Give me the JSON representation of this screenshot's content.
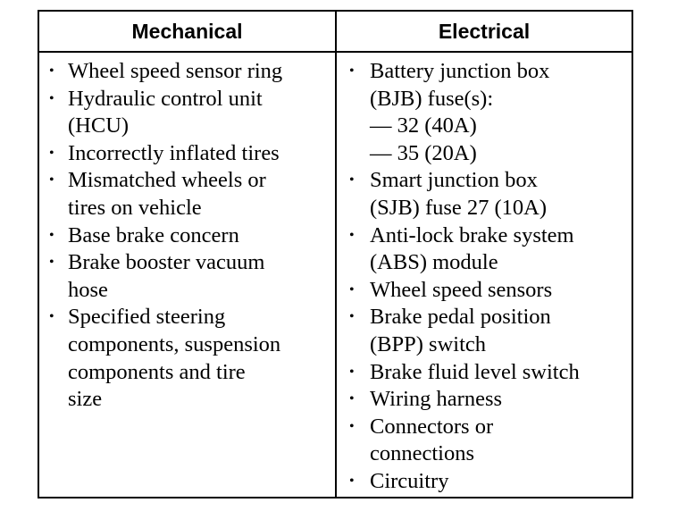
{
  "table": {
    "headers": {
      "mechanical": "Mechanical",
      "electrical": "Electrical"
    },
    "mechanical_items": [
      [
        "Wheel speed sensor ring"
      ],
      [
        "Hydraulic control unit",
        "(HCU)"
      ],
      [
        "Incorrectly inflated tires"
      ],
      [
        "Mismatched wheels or",
        "tires on vehicle"
      ],
      [
        "Base brake concern"
      ],
      [
        "Brake booster vacuum",
        "hose"
      ],
      [
        "Specified steering",
        "components, suspension",
        "components and tire",
        "size"
      ]
    ],
    "electrical_items": [
      [
        "Battery junction box",
        "(BJB) fuse(s):",
        "— 32 (40A)",
        "— 35 (20A)"
      ],
      [
        "Smart junction box",
        "(SJB) fuse 27 (10A)"
      ],
      [
        "Anti-lock brake system",
        "(ABS) module"
      ],
      [
        "Wheel speed sensors"
      ],
      [
        "Brake pedal position",
        "(BPP) switch"
      ],
      [
        "Brake fluid level switch"
      ],
      [
        "Wiring harness"
      ],
      [
        "Connectors or",
        "connections"
      ],
      [
        "Circuitry"
      ]
    ],
    "bullet_glyph": "•"
  }
}
